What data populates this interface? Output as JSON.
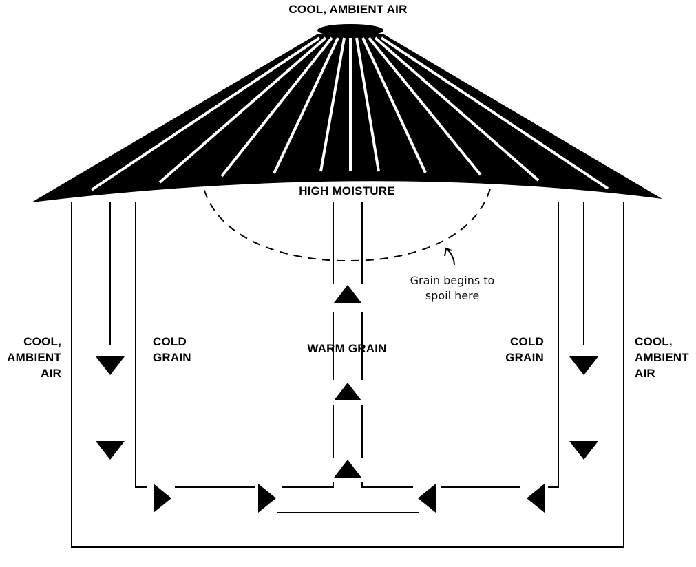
{
  "labels": {
    "top_air": "COOL, AMBIENT AIR",
    "high_moisture": "HIGH MOISTURE",
    "left_air": "COOL,\nAMBIENT\nAIR",
    "left_grain": "COLD\nGRAIN",
    "warm_grain": "WARM GRAIN",
    "right_grain": "COLD\nGRAIN",
    "right_air": "COOL,\nAMBIENT\nAIR",
    "spoil_note": "Grain begins to\nspoil here"
  },
  "colors": {
    "ink": "#000000",
    "background": "#ffffff"
  },
  "icons": {
    "down_arrow": "triangle-down-icon",
    "up_arrow": "triangle-up-icon",
    "right_arrow": "triangle-right-icon",
    "left_arrow": "triangle-left-icon",
    "note_pointer": "curved-arrow-icon"
  }
}
